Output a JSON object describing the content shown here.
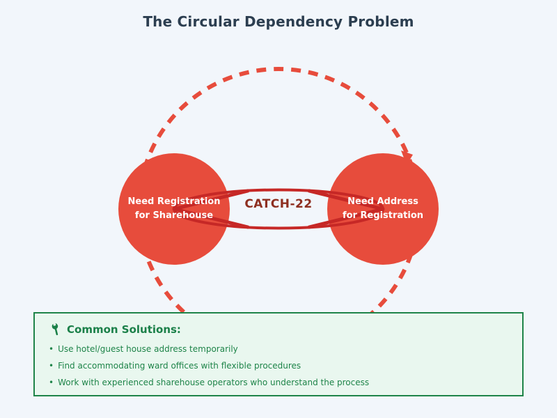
{
  "title": "The Circular Dependency Problem",
  "diagram": {
    "left_circle": {
      "line1": "Need Registration",
      "line2": "for Sharehouse"
    },
    "right_circle": {
      "line1": "Need Address",
      "line2": "for Registration"
    },
    "center_label": "CATCH-22",
    "colors": {
      "background": "#f2f6fb",
      "title_text": "#2c3e50",
      "circle_fill": "#e74c3c",
      "dashed_ring": "#e74c3c",
      "dependency_arrows": "#c62826",
      "center_label_text": "#8e2f20"
    }
  },
  "solutions_box": {
    "icon": "wrench-icon",
    "heading": "Common Solutions:",
    "bullet_char": "•",
    "items": [
      "Use hotel/guest house address temporarily",
      "Find accommodating ward offices with flexible procedures",
      "Work with experienced sharehouse operators who understand the process"
    ],
    "colors": {
      "border": "#1e8449",
      "background": "#e9f7ef",
      "text": "#1e8449"
    }
  }
}
